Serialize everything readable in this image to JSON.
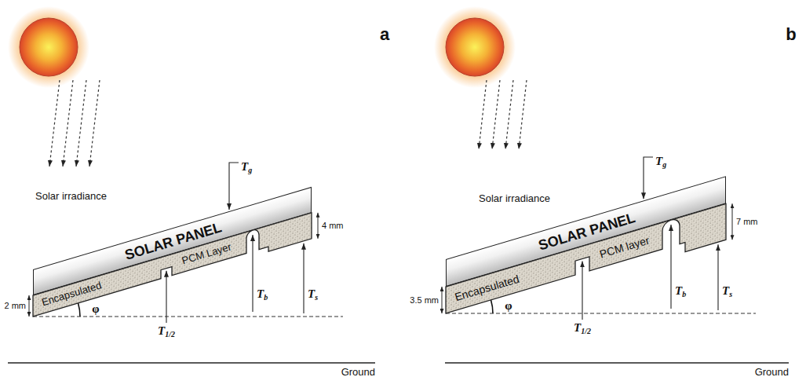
{
  "diagram": {
    "nodes": [
      {
        "text": [
          "SOLAR PANEL"
        ]
      },
      {
        "text": [
          "Encapsulated",
          "PCM Layer"
        ]
      },
      {
        "text": [
          "SOLAR PANEL"
        ]
      },
      {
        "text": [
          "Encapsulated",
          "PCM layer"
        ]
      }
    ],
    "labels": [
      "a",
      "Solar irradiance",
      "Tg",
      "4 mm",
      "2 mm",
      "φ",
      "T1/2",
      "Tb",
      "Ts",
      "Ground",
      "b",
      "Solar irradiance",
      "Tg",
      "7 mm",
      "3.5 mm",
      "φ",
      "T1/2",
      "Tb",
      "Ts",
      "Ground"
    ]
  }
}
